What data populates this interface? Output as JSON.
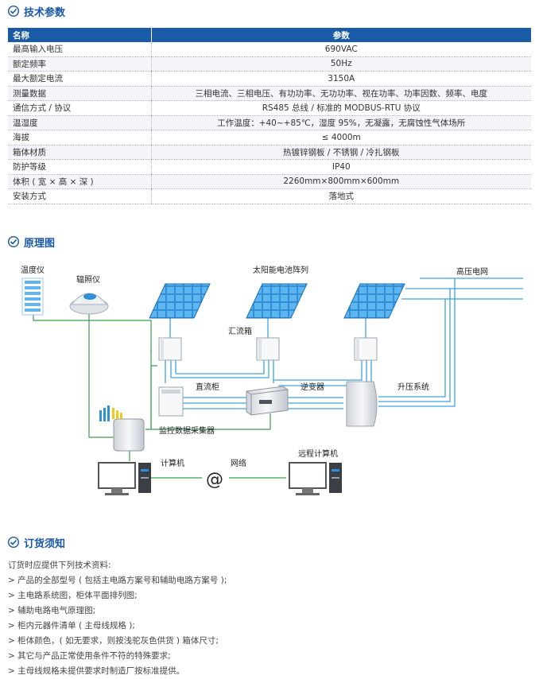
{
  "sections": {
    "specs_title": "技术参数",
    "diagram_title": "原理图",
    "order_title": "订货须知"
  },
  "specs": {
    "headers": [
      "名称",
      "参数"
    ],
    "rows": [
      [
        "最高输入电压",
        "690VAC"
      ],
      [
        "额定频率",
        "50Hz"
      ],
      [
        "最大额定电流",
        "3150A"
      ],
      [
        "测量数据",
        "三相电流、三相电压、有功功率、无功功率、视在功率、功率因数、频率、电度"
      ],
      [
        "通信方式 / 协议",
        "RS485 总线 / 标准的 MODBUS-RTU 协议"
      ],
      [
        "温湿度",
        "工作温度：+40~+85℃，湿度 95%，无凝露，无腐蚀性气体场所"
      ],
      [
        "海拔",
        "≤ 4000m"
      ],
      [
        "箱体材质",
        "热镀锌钢板 / 不锈钢 / 冷扎钢板"
      ],
      [
        "防护等级",
        "IP40"
      ],
      [
        "体积 ( 宽 × 高 × 深 )",
        "2260mm×800mm×600mm"
      ],
      [
        "安装方式",
        "落地式"
      ]
    ]
  },
  "diagram": {
    "thermometer": "温度仪",
    "radiometer": "辐照仪",
    "solar_array": "太阳能电池阵列",
    "grid": "高压电网",
    "combiner": "汇流箱",
    "dc_cabinet": "直流柜",
    "inverter": "逆变器",
    "booster": "升压系统",
    "collector": "监控数据采集器",
    "computer": "计算机",
    "network": "网络",
    "network_symbol": "@",
    "remote_computer": "远程计算机",
    "colors": {
      "green_line": "#3a9e4a",
      "blue_line": "#3fa3e0",
      "panel": "#2f8fd8"
    }
  },
  "order": {
    "intro": "订货时应提供下列技术资料:",
    "items": [
      "> 产品的全部型号 ( 包括主电路方案号和辅助电路方案号 );",
      "> 主电路系统图，柜体平面排列图;",
      "> 辅助电路电气原理图;",
      "> 柜内元器件清单 ( 主母线规格 );",
      "> 柜体颜色，( 如无要求，则按浅驼灰色供货 ) 箱体尺寸;",
      "> 其它与产品正常使用条件不符的特殊要求;",
      "> 主母线规格未提供要求时制造厂按标准提供。"
    ]
  }
}
